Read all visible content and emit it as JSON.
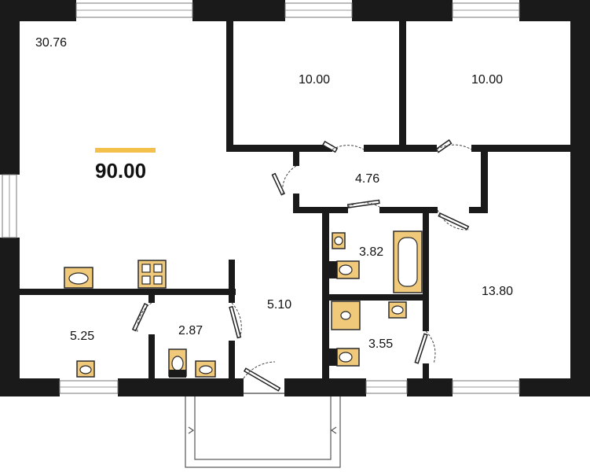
{
  "plan": {
    "total_area": "90.00",
    "accent_color": "#f3c14b",
    "rooms": [
      {
        "id": "living",
        "area": "30.76"
      },
      {
        "id": "bedroom-1",
        "area": "10.00"
      },
      {
        "id": "bedroom-2",
        "area": "10.00"
      },
      {
        "id": "corridor",
        "area": "4.76"
      },
      {
        "id": "bathroom",
        "area": "3.82"
      },
      {
        "id": "bedroom-3",
        "area": "13.80"
      },
      {
        "id": "hall",
        "area": "5.10"
      },
      {
        "id": "kitchen-room",
        "area": "5.25"
      },
      {
        "id": "wc-small",
        "area": "2.87"
      },
      {
        "id": "shower-room",
        "area": "3.55"
      }
    ]
  }
}
